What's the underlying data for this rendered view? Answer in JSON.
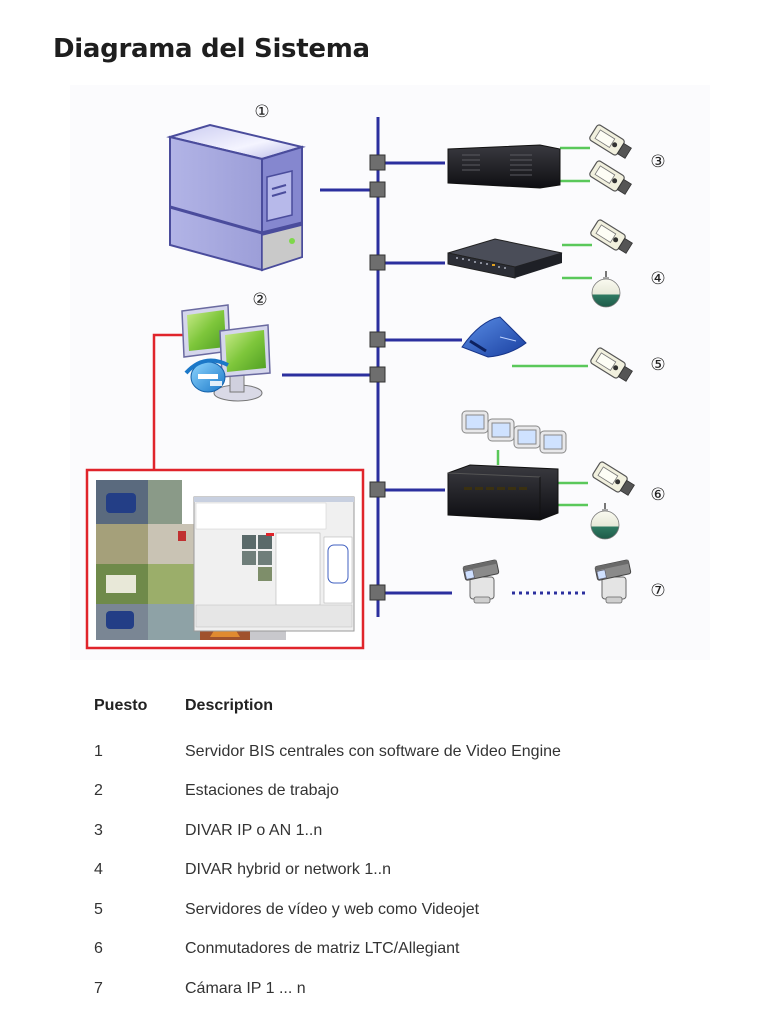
{
  "page": {
    "title": "Diagrama del Sistema"
  },
  "diagram": {
    "callouts": [
      "①",
      "②",
      "③",
      "④",
      "⑤",
      "⑥",
      "⑦"
    ],
    "colors": {
      "network_bus": "#2b2f9e",
      "video_link": "#5ac85a",
      "workstation_link": "#e0242b",
      "node": "#6e6e6e",
      "server_body": "#a9abe0",
      "server_outline": "#4a4c9c",
      "monitor_screen": "#7ec63b"
    },
    "components": [
      {
        "id": 1,
        "name": "central-server"
      },
      {
        "id": 2,
        "name": "workstations"
      },
      {
        "id": 3,
        "name": "divar-ip-recorder"
      },
      {
        "id": 4,
        "name": "divar-hybrid-recorder"
      },
      {
        "id": 5,
        "name": "videojet-server"
      },
      {
        "id": 6,
        "name": "matrix-switcher"
      },
      {
        "id": 7,
        "name": "ip-cameras"
      }
    ]
  },
  "table": {
    "headers": [
      "Puesto",
      "Description"
    ],
    "rows": [
      {
        "id": "1",
        "desc": "Servidor BIS centrales con software de Video Engine"
      },
      {
        "id": "2",
        "desc": "Estaciones de trabajo"
      },
      {
        "id": "3",
        "desc": "DIVAR IP o AN 1..n"
      },
      {
        "id": "4",
        "desc": "DIVAR hybrid or network 1..n"
      },
      {
        "id": "5",
        "desc": "Servidores de vídeo y web como Videojet"
      },
      {
        "id": "6",
        "desc": "Conmutadores de matriz LTC/Allegiant"
      },
      {
        "id": "7",
        "desc": "Cámara IP 1 ... n"
      }
    ]
  }
}
